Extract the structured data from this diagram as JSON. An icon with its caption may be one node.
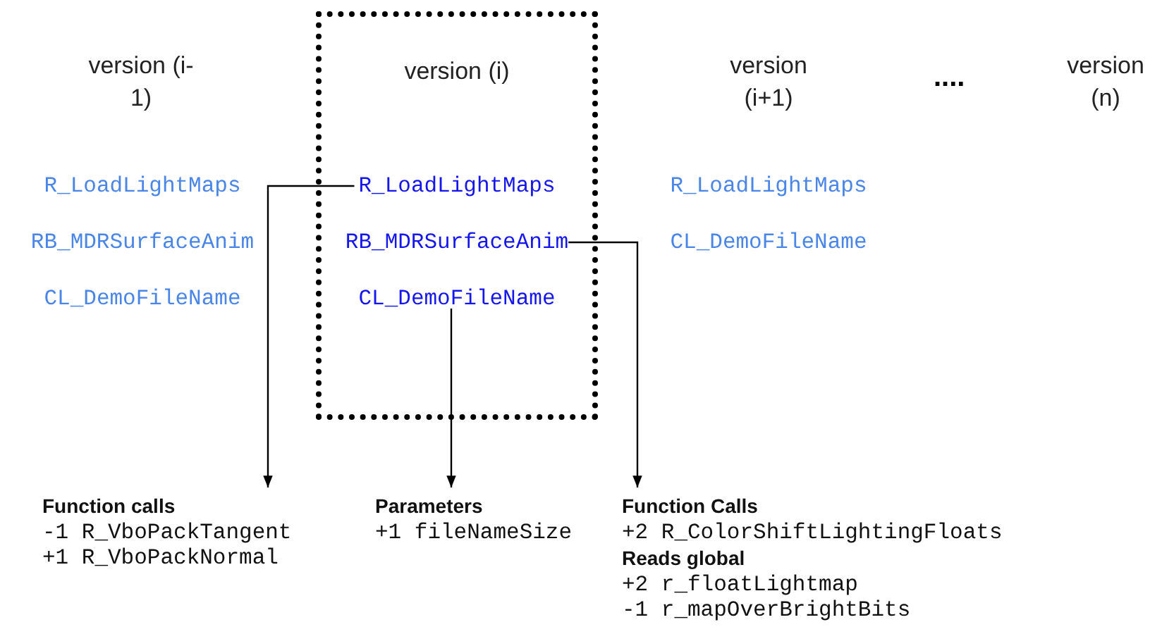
{
  "diagram": {
    "nodes": [
      {
        "text": [
          "version (i)"
        ]
      },
      {
        "text": [
          "R_LoadLightMaps"
        ],
        "in": 0
      },
      {
        "text": [
          "RB_MDRSurfaceAnim"
        ],
        "in": 0
      },
      {
        "text": [
          "CL_DemoFileName"
        ],
        "in": 0
      },
      {
        "text": [
          "Function calls",
          "-1 R_VboPackTangent",
          "+1 R_VboPackNormal"
        ]
      },
      {
        "text": [
          "Parameters",
          "+1 fileNameSize"
        ]
      },
      {
        "text": [
          "Function Calls",
          "+2 R_ColorShiftLightingFloats",
          "Reads global",
          "+2 r_floatLightmap",
          "-1 r_mapOverBrightBits"
        ]
      }
    ],
    "edges": [
      {
        "from": 1,
        "to": 4,
        "arrow": "to"
      },
      {
        "from": 3,
        "to": 5,
        "arrow": "to"
      },
      {
        "from": 2,
        "to": 6,
        "arrow": "to"
      }
    ],
    "labels": [
      "version (i-1)",
      "version (i+1)",
      "....",
      "version (n)",
      "R_LoadLightMaps",
      "R_LoadLightMaps",
      "RB_MDRSurfaceAnim",
      "CL_DemoFileName",
      "CL_DemoFileName"
    ]
  }
}
